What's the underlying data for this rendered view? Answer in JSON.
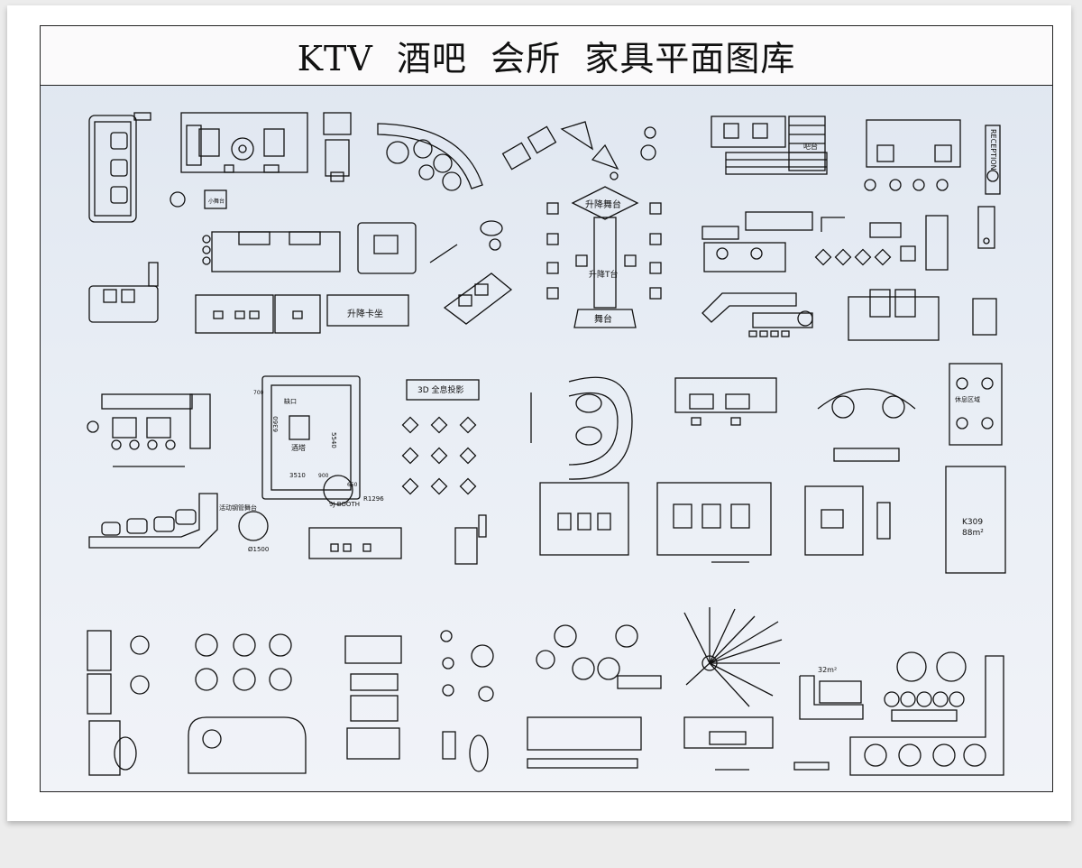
{
  "page": {
    "title": "KTV  酒吧  会所  家具平面图库"
  },
  "labels": {
    "sign_small": "小舞台",
    "lift_platform": "升降舞台",
    "lift_t": "升降T台",
    "stage": "舞台",
    "lift_booth": "升降卡坐",
    "holo": "3D 全息投影",
    "tower": "酒塔",
    "gap": "缺口",
    "dim_6360": "6360",
    "dim_5540": "5540",
    "dim_3510": "3510",
    "dim_650": "650",
    "dim_700": "700",
    "dim_900": "900",
    "booth": "9J BOOTH",
    "radius": "R1296",
    "rotating": "活动钢管舞台",
    "dia_1500": "Ø1500",
    "rest_area": "休息区域",
    "k309": "K309",
    "area_88": "88m²",
    "area_32": "32m²",
    "reception": "RECEPTION",
    "bar": "吧台"
  }
}
